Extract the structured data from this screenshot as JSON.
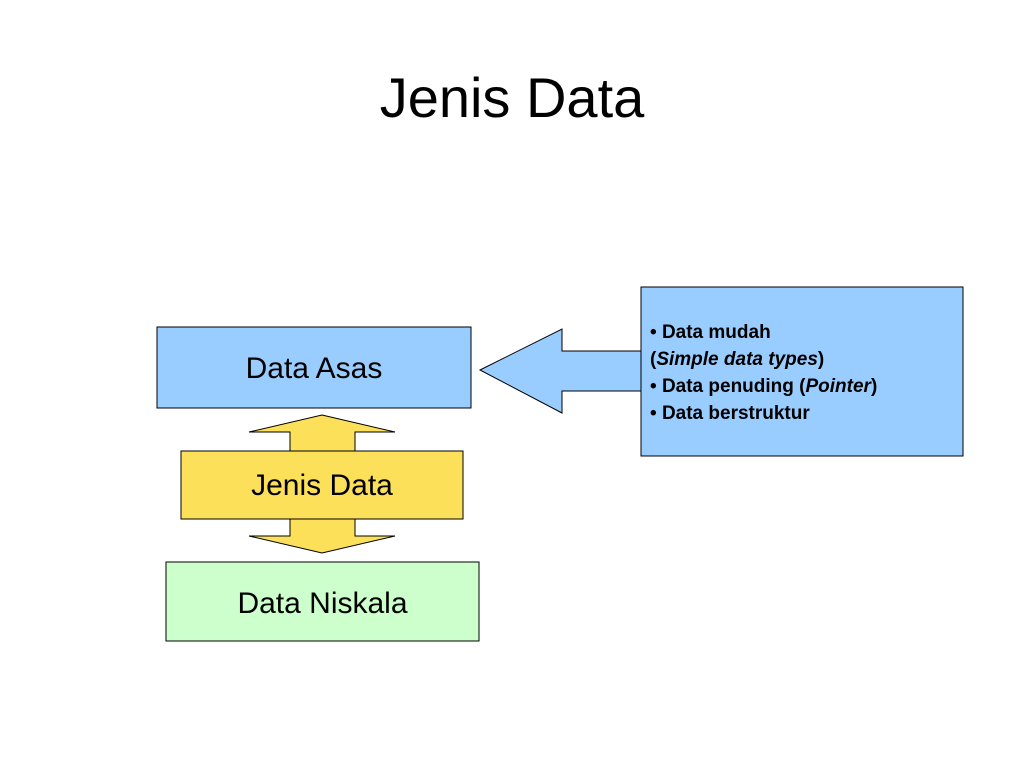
{
  "title": "Jenis Data",
  "boxes": {
    "asas": "Data Asas",
    "jenis": "Jenis Data",
    "niskala": "Data Niskala"
  },
  "info": {
    "bullet": "•",
    "item1": "Data mudah",
    "item1_open": "(",
    "item1_italic": "Simple data types",
    "item1_close": ")",
    "item2_prefix": "Data penuding (",
    "item2_italic": "Pointer",
    "item2_close": ")",
    "item3": "Data berstruktur"
  },
  "colors": {
    "asas_fill": "#99ccff",
    "jenis_fill": "#fce05a",
    "niskala_fill": "#ccffcc",
    "info_fill": "#99ccff",
    "arrow_fill": "#99ccff",
    "updown_arrow_fill": "#fce05a",
    "outline": "#000000"
  }
}
